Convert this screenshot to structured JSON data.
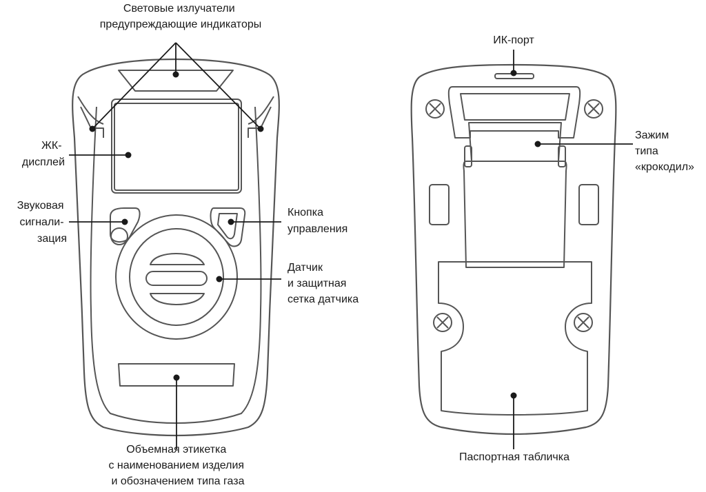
{
  "colors": {
    "outline": "#555555",
    "leader": "#1a1a1a",
    "text": "#1a1a1a",
    "background": "#ffffff"
  },
  "labels": {
    "led_indicators": [
      "Световые излучатели",
      "предупреждающие индикаторы"
    ],
    "lcd_display": [
      "ЖК-",
      "дисплей"
    ],
    "audible_alarm": [
      "Звуковая",
      "сигнали-",
      "зация"
    ],
    "control_button": [
      "Кнопка",
      "управления"
    ],
    "sensor": [
      "Датчик",
      "и защитная",
      "сетка датчика"
    ],
    "product_label": [
      "Объемная этикетка",
      "с наименованием изделия",
      "и обозначением типа газа"
    ],
    "ir_port": [
      "ИК-порт"
    ],
    "clip": [
      "Зажим",
      "типа",
      "«крокодил»"
    ],
    "nameplate": [
      "Паспортная табличка"
    ]
  }
}
